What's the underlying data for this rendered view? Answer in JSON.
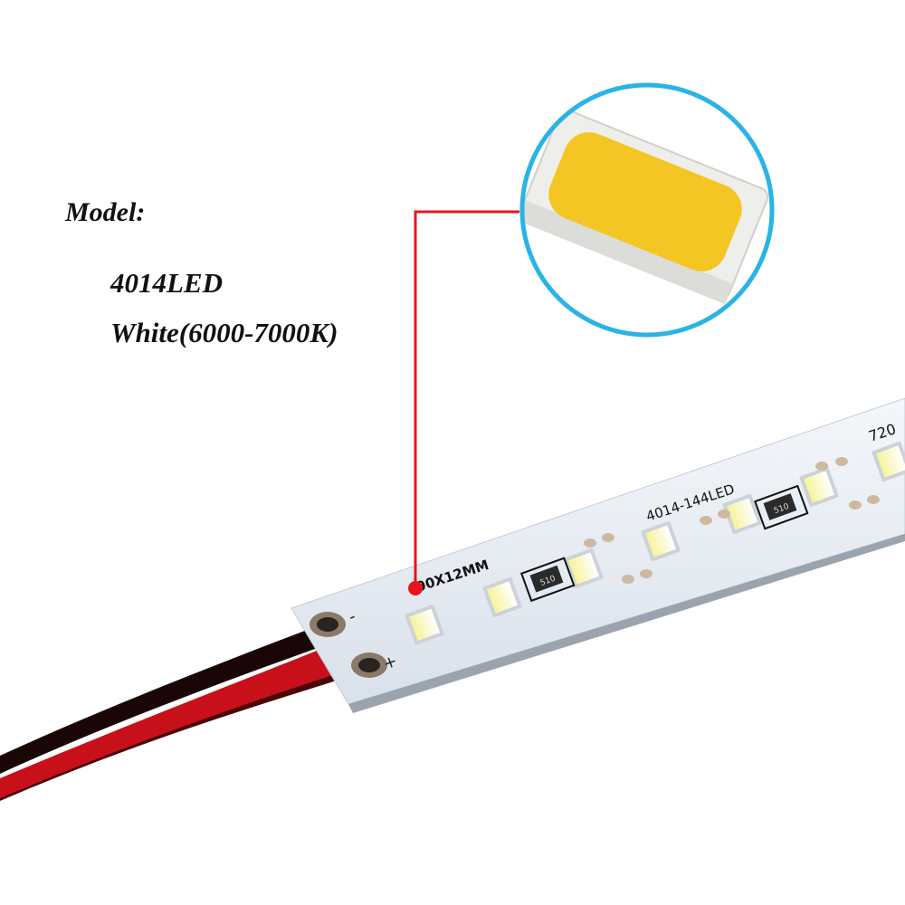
{
  "spec": {
    "heading": "Model:",
    "model": "4014LED",
    "color": "White(6000-7000K)"
  },
  "strip": {
    "label_dimensions": "90X12MM",
    "label_led_count": "4014-144LED",
    "label_partial": "720",
    "resistor_code": "510",
    "polarity_negative": "-",
    "polarity_positive": "+"
  },
  "colors": {
    "callout_line": "#e8141c",
    "magnifier_ring": "#29b3e6",
    "led_emitter": "#f3c623",
    "pcb": "#e6ecf2",
    "wire_red": "#c8101a",
    "wire_black": "#1a0606"
  }
}
